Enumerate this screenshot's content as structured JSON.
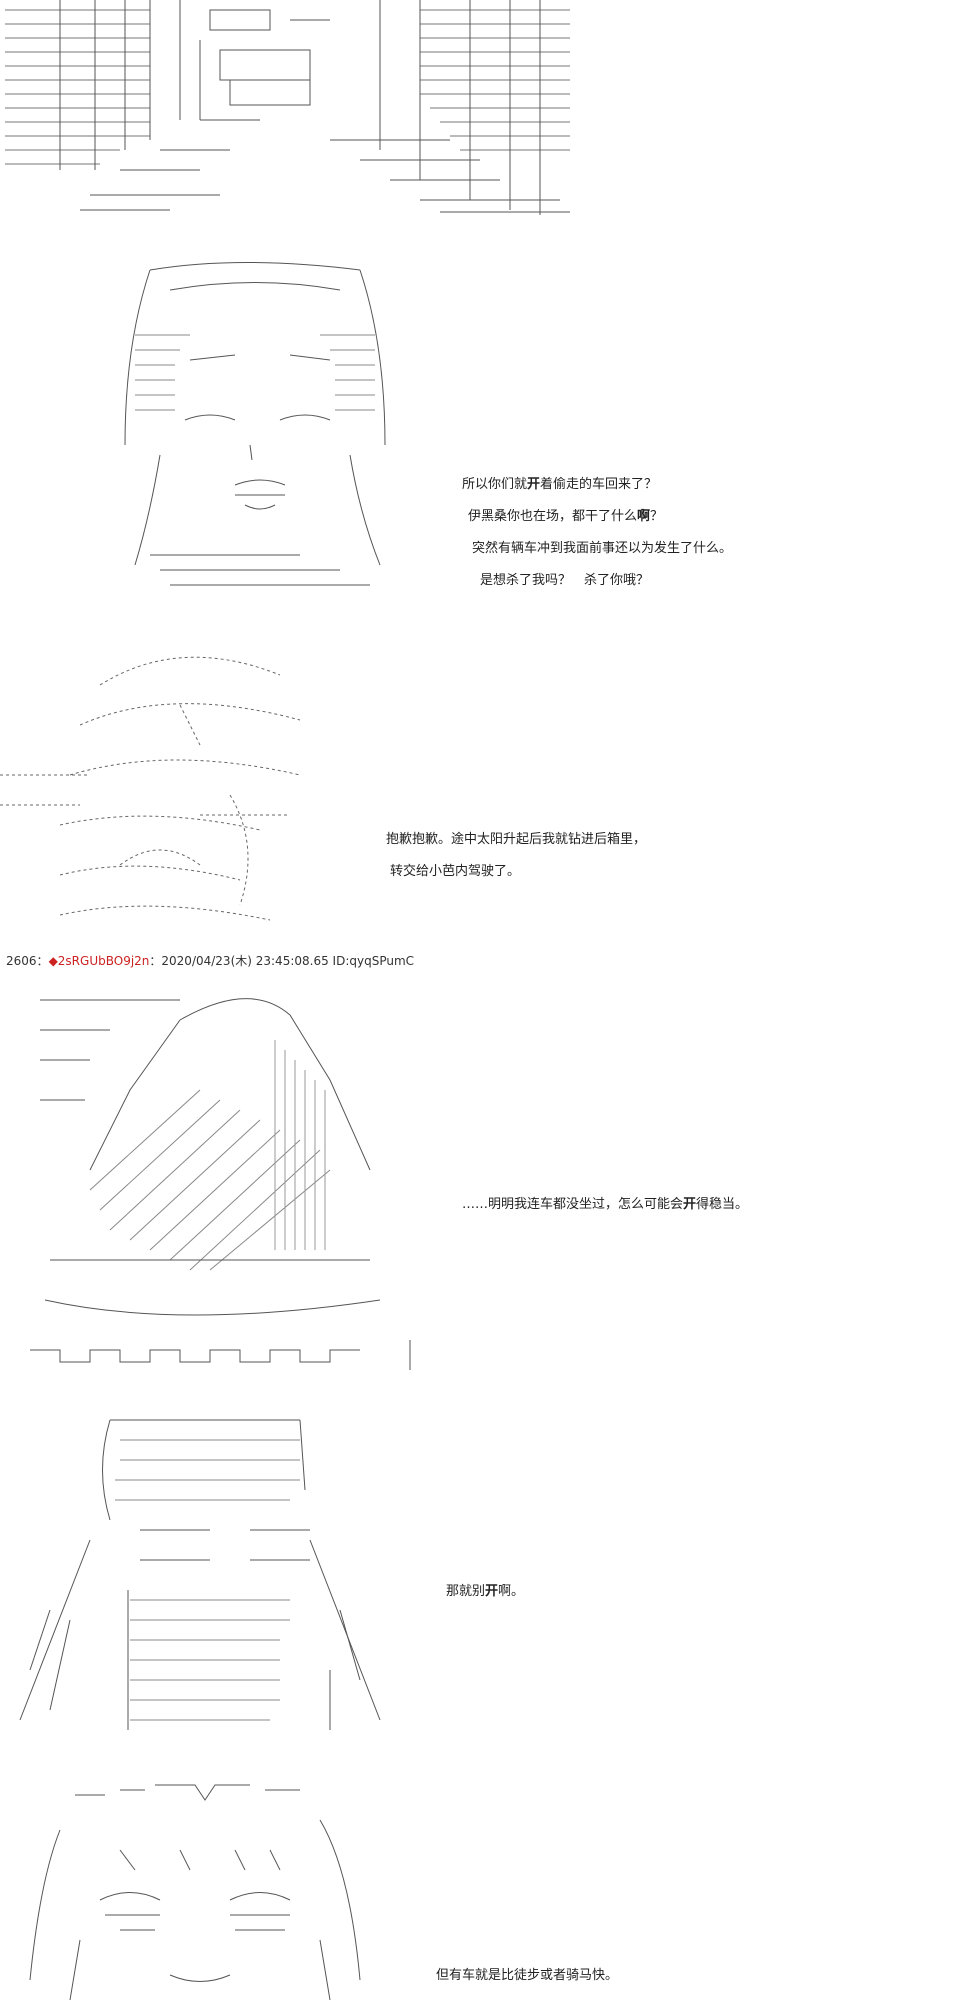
{
  "panels": [
    {
      "art_name": "building-panel",
      "lines": []
    },
    {
      "art_name": "girl-face-panel",
      "lines": [
        {
          "pre": "所以你们就",
          "bold": "开",
          "post": "着偷走的车回来了？"
        },
        {
          "pre": "伊黑桑你也在场，都干了什么",
          "bold": "啊",
          "post": "？"
        },
        {
          "pre": "突然有辆车冲到我面前事还以为发生了什么。",
          "bold": "",
          "post": ""
        },
        {
          "pre": "是想杀了我吗？　杀了你哦？",
          "bold": "",
          "post": ""
        }
      ]
    },
    {
      "art_name": "sketch-panel",
      "lines": [
        {
          "pre": "抱歉抱歉。途中太阳升起后我就钻进后箱里，",
          "bold": "",
          "post": ""
        },
        {
          "pre": "转交给小芭内驾驶了。",
          "bold": "",
          "post": ""
        }
      ]
    },
    {
      "art_name": "hooded-panel",
      "lines": [
        {
          "pre": "……明明我连车都没坐过，怎么可能会",
          "bold": "开",
          "post": "得稳当。"
        }
      ]
    },
    {
      "art_name": "robed-panel",
      "lines": [
        {
          "pre": "那就别",
          "bold": "开",
          "post": "啊。"
        }
      ]
    },
    {
      "art_name": "round-face-panel",
      "lines": [
        {
          "pre": "但有车就是比徒步或者骑马快。",
          "bold": "",
          "post": ""
        }
      ]
    }
  ],
  "post_header": {
    "number": "2606",
    "separator": "：",
    "diamond": "◆",
    "trip": "2sRGUbBO9j2n",
    "date": "：2020/04/23(木) 23:45:08.65 ID:qyqSPumC"
  }
}
